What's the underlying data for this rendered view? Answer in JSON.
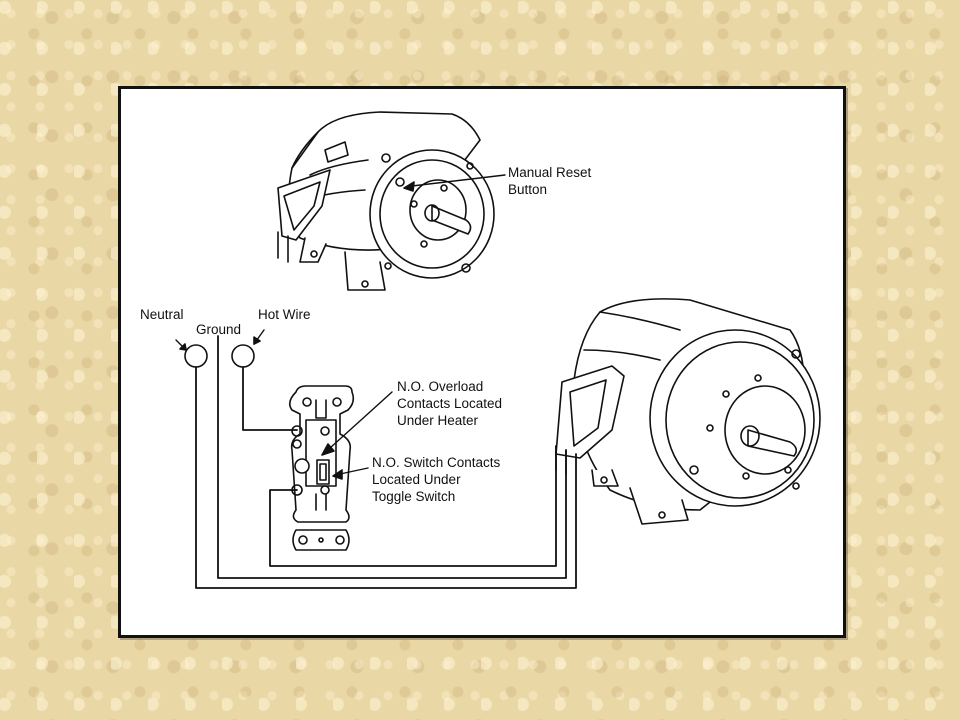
{
  "colors": {
    "background": "#e9d7a6",
    "panel": "#ffffff",
    "ink": "#111111"
  },
  "labels": {
    "manual_reset": "Manual Reset\nButton",
    "neutral": "Neutral",
    "ground": "Ground",
    "hot_wire": "Hot Wire",
    "overload_contacts": "N.O. Overload\nContacts Located\nUnder Heater",
    "switch_contacts": "N.O. Switch Contacts\nLocated Under\nToggle Switch"
  }
}
